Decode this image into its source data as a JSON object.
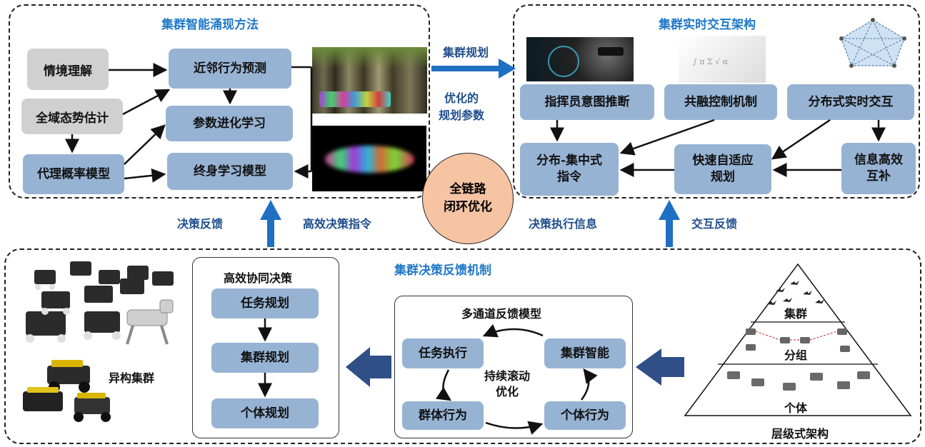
{
  "top_left": {
    "title": "集群智能涌现方法",
    "nodes": {
      "context": "情境理解",
      "situation": "全域态势估计",
      "proxy": "代理概率模型",
      "neighbor": "近邻行为预测",
      "param": "参数进化学习",
      "lifelong": "终身学习模型"
    }
  },
  "top_right": {
    "title": "集群实时交互架构",
    "nodes": {
      "intent": "指挥员意图推断",
      "fusion": "共融控制机制",
      "distributed": "分布式实时交互",
      "central": "分布-集中式\n指令",
      "adaptive": "快速自适应\n规划",
      "info": "信息高效\n互补"
    }
  },
  "center": {
    "plan_label": "集群规划",
    "opt_label": "优化的\n规划参数",
    "circle": "全链路\n闭环优化",
    "feedback_decision": "决策反馈",
    "efficient_command": "高效决策指令",
    "exec_info": "决策执行信息",
    "interact_feedback": "交互反馈"
  },
  "bottom": {
    "title": "集群决策反馈机制",
    "hetero_label": "异构集群",
    "collab": {
      "title": "高效协同决策",
      "items": [
        "任务规划",
        "集群规划",
        "个体规划"
      ]
    },
    "multichannel": {
      "title": "多通道反馈模型",
      "task_exec": "任务执行",
      "swarm_intel": "集群智能",
      "group_beh": "群体行为",
      "indiv_beh": "个体行为",
      "center": "持续滚动\n优化"
    },
    "pyramid": {
      "levels": [
        "集群",
        "分组",
        "个体"
      ],
      "caption": "层级式架构"
    }
  },
  "colors": {
    "accent_blue": "#1f78c8",
    "box_blue": "#97b3d4",
    "box_gray": "#d0d0d0",
    "circle_fill": "#f6c4a3",
    "arrow_navy": "#2f4f86"
  }
}
